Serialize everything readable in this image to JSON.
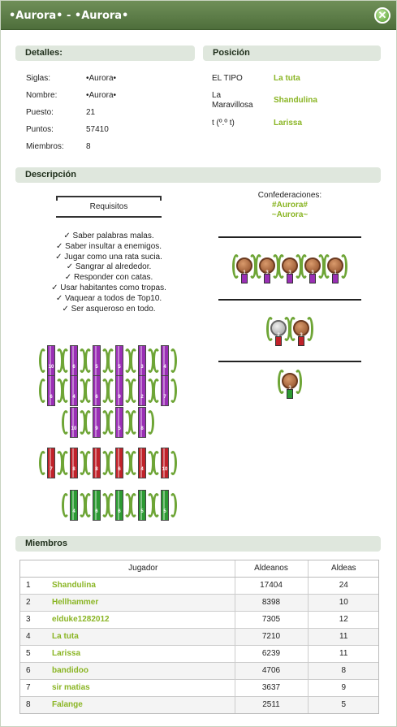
{
  "window": {
    "title": "•Aurora• - •Aurora•"
  },
  "details": {
    "heading": "Detalles:",
    "rows": [
      {
        "label": "Siglas:",
        "value": "•Aurora•"
      },
      {
        "label": "Nombre:",
        "value": "•Aurora•"
      },
      {
        "label": "Puesto:",
        "value": "21"
      },
      {
        "label": "Puntos:",
        "value": "57410"
      },
      {
        "label": "Miembros:",
        "value": "8"
      }
    ]
  },
  "position": {
    "heading": "Posición",
    "rows": [
      {
        "label": "EL TIPO",
        "value": "La tuta"
      },
      {
        "label": "La Maravillosa",
        "value": "Shandulina"
      },
      {
        "label": "t (º.º t)",
        "value": "Larissa"
      }
    ]
  },
  "description": {
    "heading": "Descripción",
    "requirements_title": "Requisitos",
    "rules": [
      "✓ Saber palabras malas.",
      "✓ Saber insultar a enemigos.",
      "✓ Jugar como una rata sucia.",
      "✓ Sangrar al alrededor.",
      "✓ Responder con catas.",
      "✓ Usar habitantes como tropas.",
      "✓ Vaquear a todos de Top10.",
      "✓ Ser asqueroso en todo."
    ],
    "confederations_label": "Confederaciones:",
    "confederations": [
      "#Aurora#",
      "~Aurora~"
    ]
  },
  "medals": {
    "purple_row1": [
      "10",
      "6",
      "5",
      "5",
      "3",
      "4"
    ],
    "purple_row2": [
      "6",
      "4",
      "6",
      "9",
      "2",
      "7"
    ],
    "purple_row3": [
      "10",
      "9",
      "5",
      "8"
    ],
    "red_row": [
      "7",
      "8",
      "8",
      "6",
      "4",
      "10"
    ],
    "green_row": [
      "4",
      "6",
      "6",
      "5",
      "5"
    ],
    "conf_purple": [
      "1",
      "3",
      "3",
      "3",
      "1"
    ],
    "conf_red": [
      "2",
      "3"
    ],
    "conf_green": [
      "3"
    ]
  },
  "members": {
    "heading": "Miembros",
    "columns": [
      "Jugador",
      "Aldeanos",
      "Aldeas"
    ],
    "rows": [
      {
        "rank": "1",
        "name": "Shandulina",
        "villagers": "17404",
        "villages": "24"
      },
      {
        "rank": "2",
        "name": "Hellhammer",
        "villagers": "8398",
        "villages": "10"
      },
      {
        "rank": "3",
        "name": "elduke1282012",
        "villagers": "7305",
        "villages": "12"
      },
      {
        "rank": "4",
        "name": "La tuta",
        "villagers": "7210",
        "villages": "11"
      },
      {
        "rank": "5",
        "name": "Larissa",
        "villagers": "6239",
        "villages": "11"
      },
      {
        "rank": "6",
        "name": "bandidoo",
        "villagers": "4706",
        "villages": "8"
      },
      {
        "rank": "7",
        "name": "sir matias",
        "villagers": "3637",
        "villages": "9"
      },
      {
        "rank": "8",
        "name": "Falange",
        "villagers": "2511",
        "villages": "5"
      }
    ]
  },
  "colors": {
    "accent_green": "#8ab524",
    "section_bg": "#dfe7dd",
    "titlebar": "#4e6e3b"
  }
}
